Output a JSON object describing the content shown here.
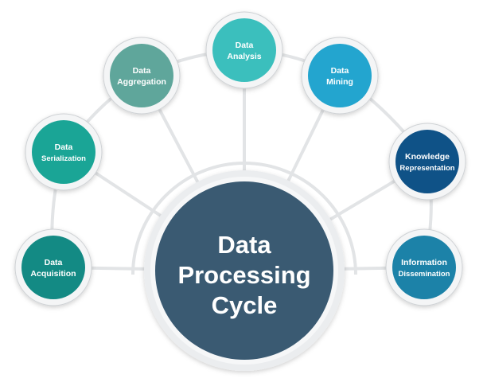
{
  "center": {
    "title_lines": [
      "Data",
      "Processing",
      "Cycle"
    ],
    "color": "#3a5a72"
  },
  "nodes": [
    {
      "id": "data-acquisition",
      "lines": [
        "Data",
        "Acquisition"
      ],
      "color": "#138a84"
    },
    {
      "id": "data-serialization",
      "lines": [
        "Data",
        "Serialization"
      ],
      "color": "#1aa596"
    },
    {
      "id": "data-aggregation",
      "lines": [
        "Data",
        "Aggregation"
      ],
      "color": "#5fa69b"
    },
    {
      "id": "data-analysis",
      "lines": [
        "Data",
        "Analysis"
      ],
      "color": "#3bbfbd"
    },
    {
      "id": "data-mining",
      "lines": [
        "Data",
        "Mining"
      ],
      "color": "#23a5cf"
    },
    {
      "id": "knowledge-representation",
      "lines": [
        "Knowledge",
        "Representation"
      ],
      "color": "#0f5287"
    },
    {
      "id": "information-dissemination",
      "lines": [
        "Information",
        "Dissemination"
      ],
      "color": "#1c82a8"
    }
  ],
  "colors": {
    "connector": "#e2e4e6",
    "ring": "#e3e5e7",
    "ring_shadow": "#cfd2d5"
  }
}
